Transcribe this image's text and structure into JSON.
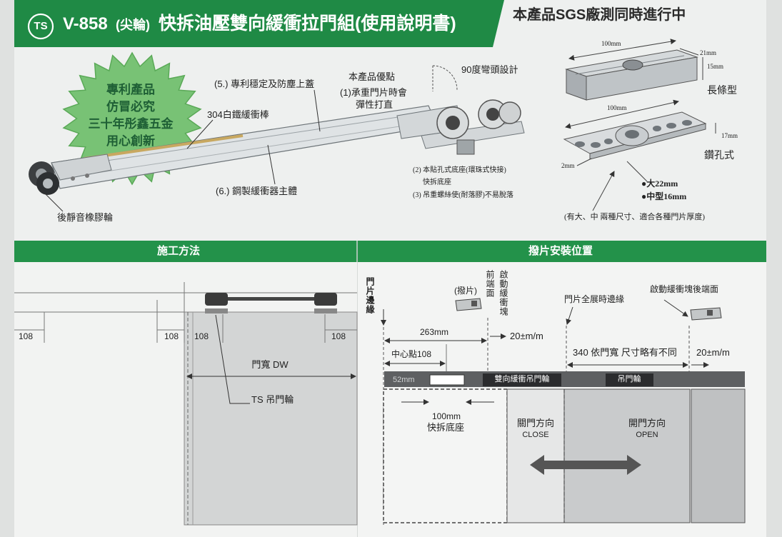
{
  "header": {
    "logo": "TS",
    "model": "V-858",
    "variant": "(尖輪)",
    "title": "快拆油壓雙向緩衝拉門組(使用說明書)",
    "sgs_notice": "本產品SGS廠測同時進行中"
  },
  "badge": {
    "lines": [
      "專利產品",
      "仿冒必究",
      "三十年彤鑫五金",
      "用心創新"
    ]
  },
  "product": {
    "cover_label": "(5.) 專利穩定及防塵上蓋",
    "rod_label": "304白鐵緩衝棒",
    "body_label": "(6.) 鋼製緩衝器主體",
    "rear_wheel_label": "後靜音橡膠輪",
    "advantages_title": "本產品優點",
    "advantage_1_line1": "(1)承重門片時會",
    "advantage_1_line2": "彈性打直",
    "elbow_label": "90度彎頭設計",
    "advantage_2_line1": "(2) 本貼孔式底座(環珠式快接)",
    "advantage_2_line2": "快拆底座",
    "advantage_3": "(3) 吊重螺絲使(耐落膠)不易脫落"
  },
  "mounts": {
    "bar": {
      "length": "100mm",
      "width": "21mm",
      "height": "15mm",
      "label": "長條型"
    },
    "plate": {
      "length": "100mm",
      "height": "17mm",
      "thickness": "2mm",
      "label": "鑽孔式"
    },
    "sizes": [
      "●大22mm",
      "●中型16mm"
    ],
    "note": "(有大、中 兩種尺寸、適合各種門片厚度)"
  },
  "sections": {
    "install": "施工方法",
    "position": "撥片安裝位置"
  },
  "install_diagram": {
    "dims": [
      "108",
      "108",
      "108",
      "108"
    ],
    "door_width": "門寬 DW",
    "roller_label": "TS 吊門輪"
  },
  "position_diagram": {
    "door_edge": "門片邊緣",
    "paddle": "(撥片)",
    "front_face": "前端面",
    "trigger_block": "啟動緩衝塊",
    "full_open_edge": "門片全展時邊緣",
    "trigger_rear_face": "啟動緩衝塊後端面",
    "dim_263": "263mm",
    "gap_front": "20±m/m",
    "center": "中心點108",
    "span": "340 依門寬 尺寸略有不同",
    "gap_rear": "20±m/m",
    "track_width": "52mm",
    "buffer_roller": "雙向緩衝吊門輪",
    "roller": "吊門輪",
    "base_width": "100mm",
    "base_label": "快拆底座",
    "close_label": "關門方向",
    "close_en": "CLOSE",
    "open_label": "開門方向",
    "open_en": "OPEN"
  },
  "colors": {
    "brand_green": "#1f8a45",
    "section_green": "#23924a",
    "badge_fill": "#78c275",
    "badge_text": "#1e5f35",
    "track_gray": "#5e6062",
    "dark_box": "#2b2c2e"
  }
}
